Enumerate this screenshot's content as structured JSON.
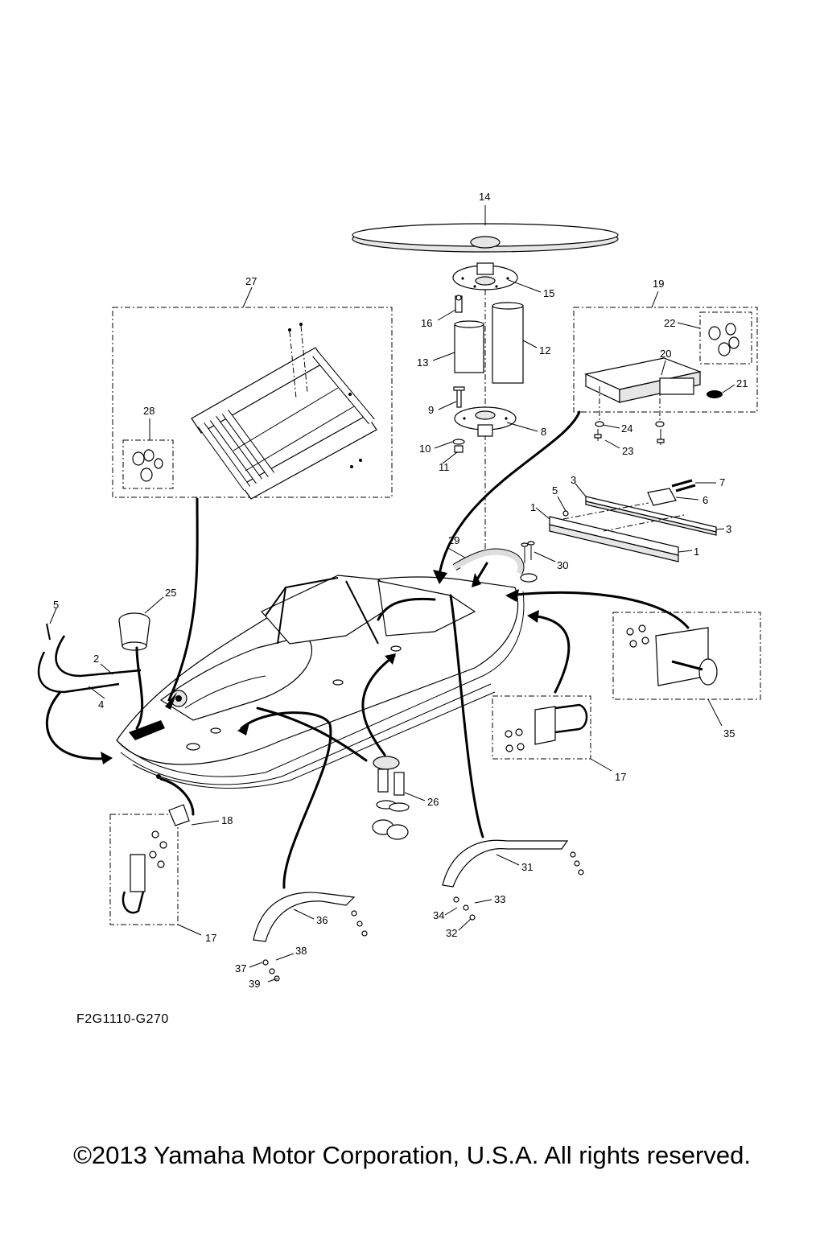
{
  "callouts": [
    "1",
    "1",
    "2",
    "3",
    "3",
    "4",
    "5",
    "5",
    "6",
    "7",
    "8",
    "9",
    "10",
    "11",
    "12",
    "13",
    "14",
    "15",
    "16",
    "17",
    "17",
    "18",
    "19",
    "20",
    "21",
    "22",
    "23",
    "24",
    "25",
    "26",
    "27",
    "28",
    "29",
    "30",
    "31",
    "32",
    "33",
    "34",
    "35",
    "36",
    "37",
    "38",
    "39"
  ],
  "drawing_code": "F2G1110-G270",
  "copyright": "©2013 Yamaha Motor Corporation, U.S.A. All rights reserved."
}
